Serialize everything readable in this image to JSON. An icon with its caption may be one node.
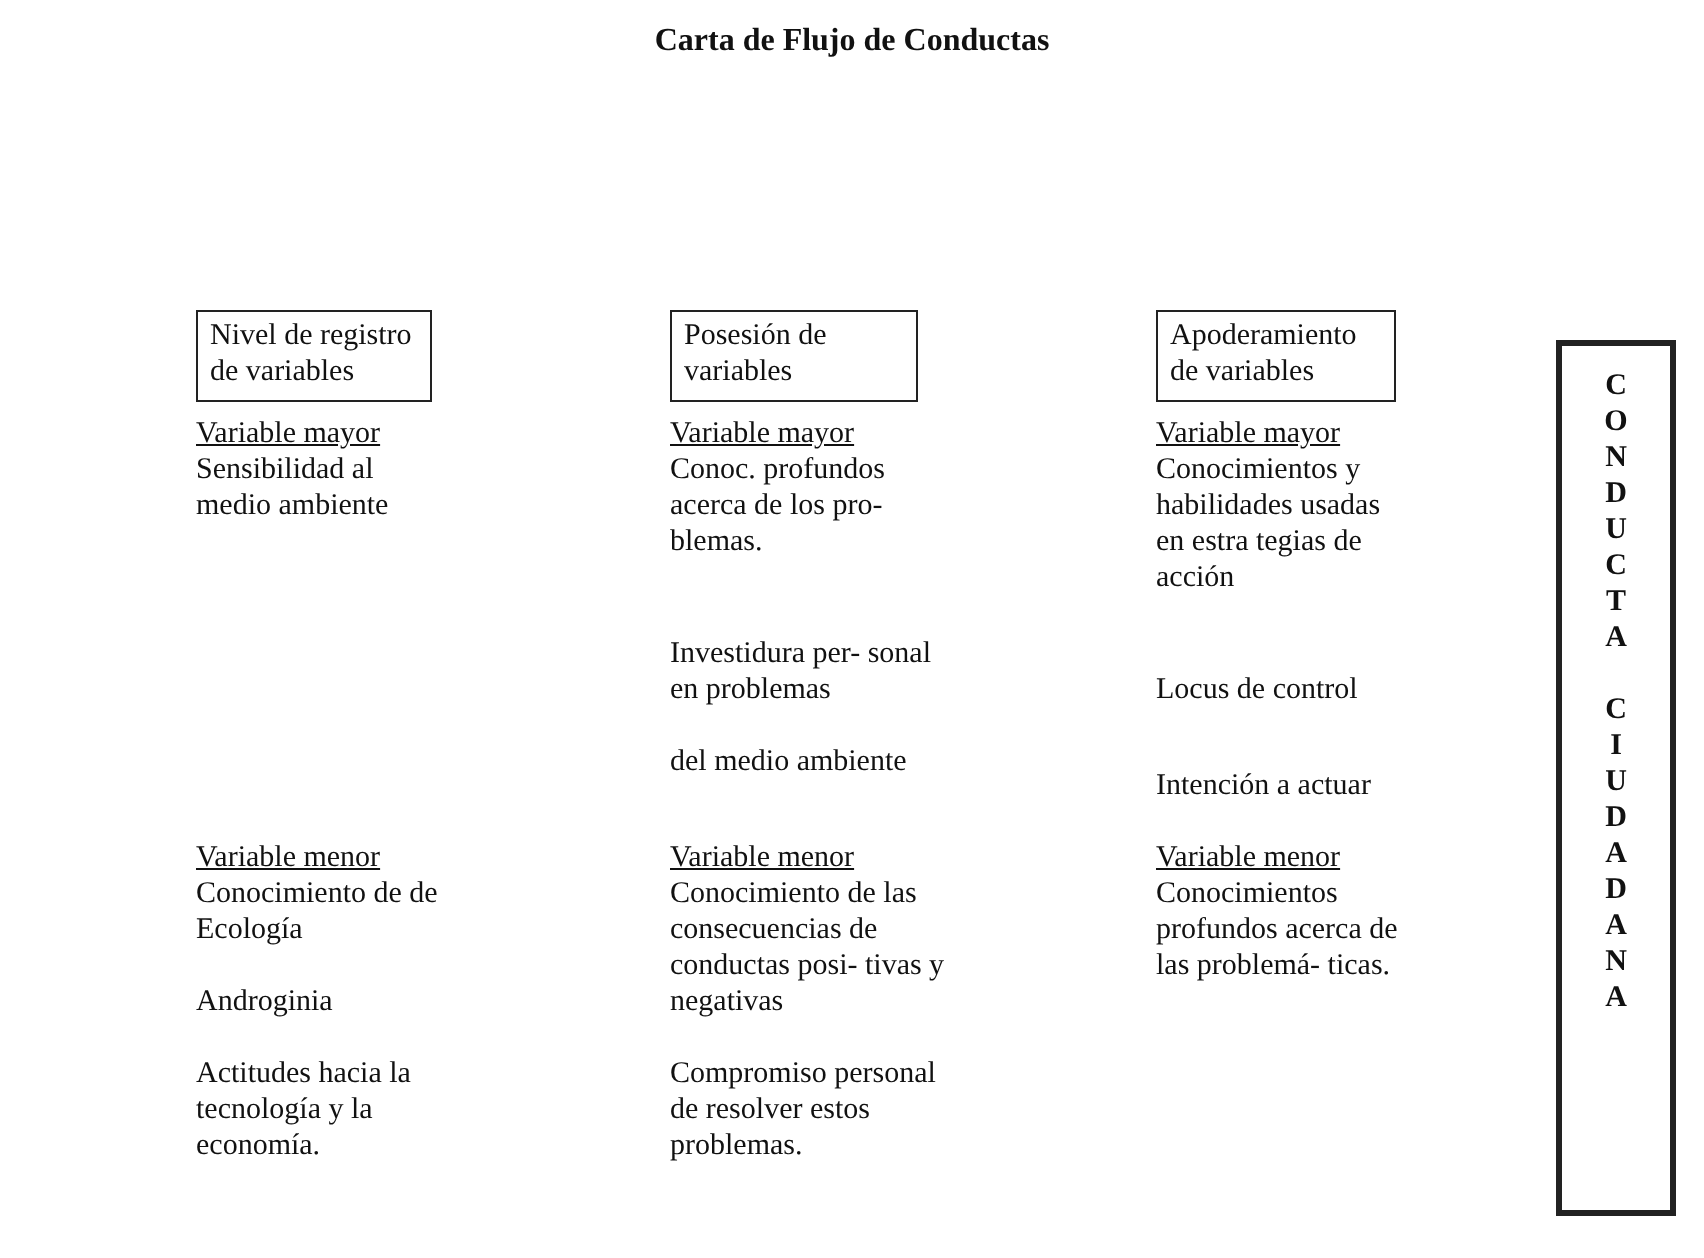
{
  "diagram": {
    "title": "Carta de Flujo de Conductas",
    "nodes": [
      {
        "text": [
          "Nivel de registro de variables"
        ]
      },
      {
        "text": [
          "Posesión de variables"
        ]
      },
      {
        "text": [
          "Apoderamiento de variables"
        ]
      },
      {
        "text": [
          "CONDUCTA CIUDADANA"
        ]
      }
    ],
    "labels": [
      "Variable mayor",
      "Sensibilidad al medio ambiente",
      "Variable menor",
      "Conocimiento de de Ecología",
      "Androginia",
      "Actitudes hacia la tecnología y la economía.",
      "Variable mayor",
      "Conoc. profundos acerca de los pro- blemas.",
      "Investidura per- sonal en problemas",
      "del medio ambiente",
      "Variable menor",
      "Conocimiento de las consecuencias de conductas posi- tivas y negativas",
      "Compromiso personal de resolver estos problemas.",
      "Variable mayor",
      "Conocimientos y habilidades usadas en estra tegias de acción",
      "Locus de control",
      "Intención a actuar",
      "Variable menor",
      "Conocimientos profundos acerca de las problemá- ticas."
    ]
  }
}
